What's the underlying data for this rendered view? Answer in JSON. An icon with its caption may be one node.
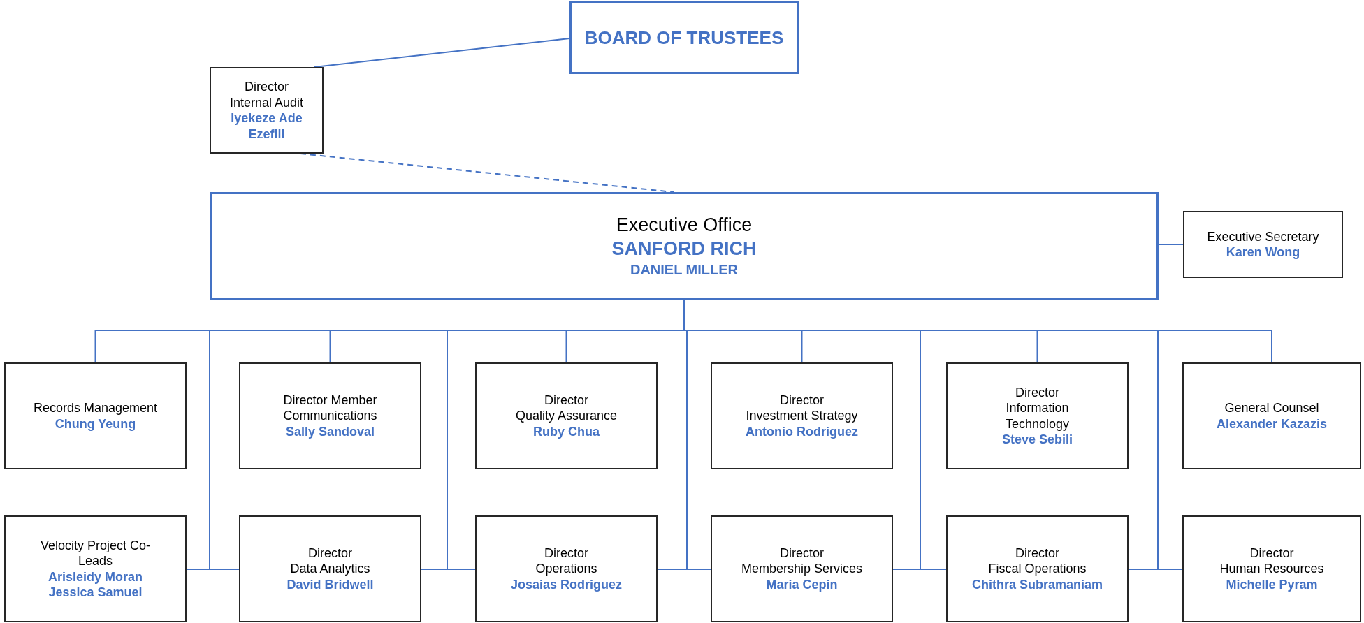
{
  "diagram": {
    "nodes": [
      {
        "text": [
          "BOARD OF TRUSTEES"
        ]
      },
      {
        "text": [
          "Director",
          "Internal Audit",
          "Iyekeze Ade Ezefili"
        ]
      },
      {
        "text": [
          "Executive Office",
          "SANFORD RICH",
          "DANIEL MILLER"
        ]
      },
      {
        "text": [
          "Executive Secretary",
          "Karen Wong"
        ]
      },
      {
        "text": [
          "Records Management",
          "Chung Yeung"
        ]
      },
      {
        "text": [
          "Director Member Communications",
          "Sally Sandoval"
        ]
      },
      {
        "text": [
          "Director",
          "Quality Assurance",
          "Ruby Chua"
        ]
      },
      {
        "text": [
          "Director",
          "Investment Strategy",
          "Antonio Rodriguez"
        ]
      },
      {
        "text": [
          "Director",
          "Information Technology",
          "Steve Sebili"
        ]
      },
      {
        "text": [
          "General Counsel",
          "Alexander Kazazis"
        ]
      },
      {
        "text": [
          "Velocity Project Co-Leads",
          "Arisleidy Moran",
          "Jessica Samuel"
        ]
      },
      {
        "text": [
          "Director",
          "Data Analytics",
          "David Bridwell"
        ]
      },
      {
        "text": [
          "Director",
          "Operations",
          "Josaias Rodriguez"
        ]
      },
      {
        "text": [
          "Director",
          "Membership Services",
          "Maria Cepin"
        ]
      },
      {
        "text": [
          "Director",
          "Fiscal Operations",
          "Chithra Subramaniam"
        ]
      },
      {
        "text": [
          "Director",
          "Human Resources",
          "Michelle Pyram"
        ]
      }
    ],
    "edges": [
      {
        "from": 0,
        "to": 1,
        "arrow": "none"
      },
      {
        "from": 1,
        "to": 2,
        "arrow": "none",
        "style": "dashed"
      },
      {
        "from": 2,
        "to": 3,
        "arrow": "none"
      },
      {
        "from": 2,
        "to": 4,
        "arrow": "none"
      },
      {
        "from": 2,
        "to": 5,
        "arrow": "none"
      },
      {
        "from": 2,
        "to": 6,
        "arrow": "none"
      },
      {
        "from": 2,
        "to": 7,
        "arrow": "none"
      },
      {
        "from": 2,
        "to": 8,
        "arrow": "none"
      },
      {
        "from": 2,
        "to": 9,
        "arrow": "none"
      },
      {
        "from": 2,
        "to": 10,
        "arrow": "none"
      },
      {
        "from": 2,
        "to": 11,
        "arrow": "none"
      },
      {
        "from": 2,
        "to": 12,
        "arrow": "none"
      },
      {
        "from": 2,
        "to": 13,
        "arrow": "none"
      },
      {
        "from": 2,
        "to": 14,
        "arrow": "none"
      },
      {
        "from": 2,
        "to": 15,
        "arrow": "none"
      }
    ]
  }
}
